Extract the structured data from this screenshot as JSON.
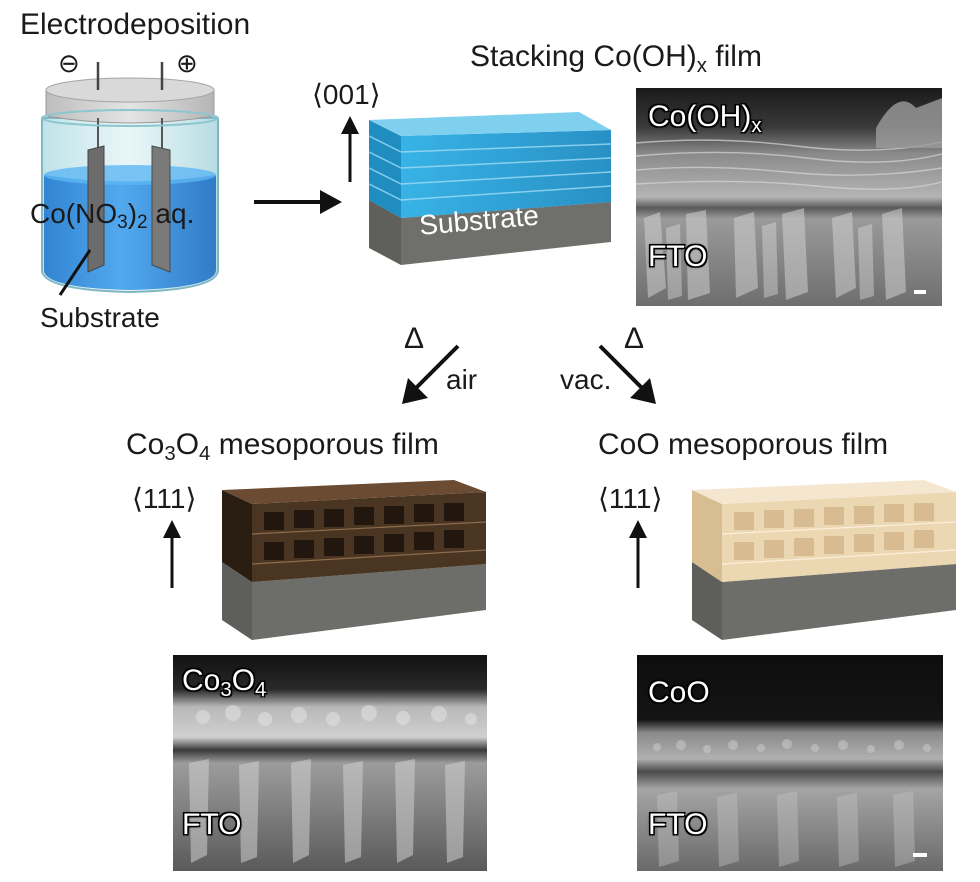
{
  "title": "Electrodeposition",
  "beaker": {
    "electrolyte_main": "Co(NO",
    "electrolyte_sub1": "3",
    "electrolyte_mid": ")",
    "electrolyte_sub2": "2",
    "electrolyte_tail": " aq.",
    "substrate_label": "Substrate",
    "minus_sign": "⊖",
    "plus_sign": "⊕"
  },
  "stack": {
    "title_main": "Stacking Co(OH)",
    "title_sub": "x",
    "title_tail": " film",
    "direction": "⟨001⟩",
    "substrate_label": "Substrate"
  },
  "sem_top": {
    "film_main": "Co(OH)",
    "film_sub": "x",
    "base": "FTO"
  },
  "branches": {
    "left": {
      "heat": "Δ",
      "atmosphere": "air"
    },
    "right": {
      "heat": "Δ",
      "atmosphere": "vac."
    }
  },
  "co3o4": {
    "title_a": "Co",
    "title_s1": "3",
    "title_b": "O",
    "title_s2": "4",
    "title_tail": " mesoporous film",
    "direction": "⟨111⟩",
    "sem_a": "Co",
    "sem_s1": "3",
    "sem_b": "O",
    "sem_s2": "4",
    "sem_base": "FTO"
  },
  "coo": {
    "title": "CoO mesoporous film",
    "direction": "⟨111⟩",
    "sem_film": "CoO",
    "sem_base": "FTO"
  },
  "colors": {
    "electrolyte": "#2f8ee0",
    "film_blue": "#3aa6d6",
    "co3o4_dark": "#3a2a1c",
    "coo_light": "#e7cfa6",
    "substrate_gray": "#8f918c"
  }
}
